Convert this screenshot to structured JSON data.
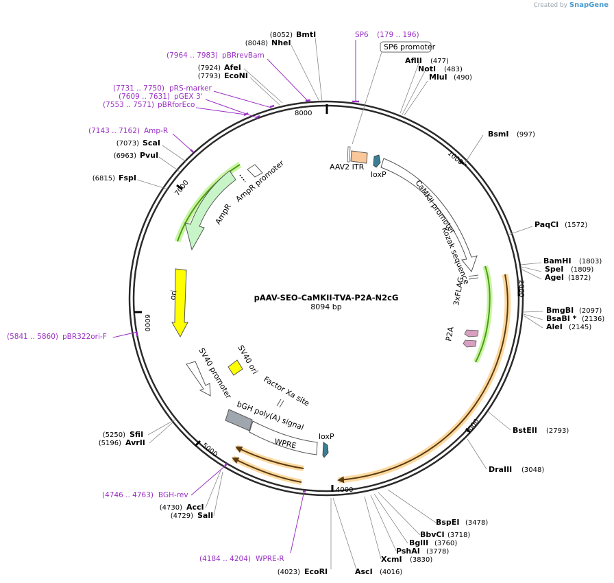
{
  "credit": {
    "prefix": "Created by",
    "brand": "SnapGene"
  },
  "title": {
    "name": "pAAV-SEO-CaMKII-TVA-P2A-N2cG",
    "size": "8094 bp"
  },
  "ticks": [
    "1000",
    "2000",
    "3000",
    "4000",
    "5000",
    "6000",
    "7000",
    "8000"
  ],
  "enzymes": [
    {
      "name": "BmtI",
      "pos": "(8052)"
    },
    {
      "name": "NheI",
      "pos": "(8048)"
    },
    {
      "name": "AfeI",
      "pos": "(7924)"
    },
    {
      "name": "EcoNI",
      "pos": "(7793)"
    },
    {
      "name": "ScaI",
      "pos": "(7073)"
    },
    {
      "name": "PvuI",
      "pos": "(6963)"
    },
    {
      "name": "FspI",
      "pos": "(6815)"
    },
    {
      "name": "AflII",
      "pos": "(477)"
    },
    {
      "name": "NotI",
      "pos": "(483)"
    },
    {
      "name": "MluI",
      "pos": "(490)"
    },
    {
      "name": "BsmI",
      "pos": "(997)"
    },
    {
      "name": "PaqCI",
      "pos": "(1572)"
    },
    {
      "name": "BamHI",
      "pos": "(1803)"
    },
    {
      "name": "SpeI",
      "pos": "(1809)"
    },
    {
      "name": "AgeI",
      "pos": "(1872)"
    },
    {
      "name": "BmgBI",
      "pos": "(2097)"
    },
    {
      "name": "BsaBI *",
      "pos": "(2136)"
    },
    {
      "name": "AleI",
      "pos": "(2145)"
    },
    {
      "name": "BstEII",
      "pos": "(2793)"
    },
    {
      "name": "DraIII",
      "pos": "(3048)"
    },
    {
      "name": "BspEI",
      "pos": "(3478)"
    },
    {
      "name": "BbvCI",
      "pos": "(3718)"
    },
    {
      "name": "BglII",
      "pos": "(3760)"
    },
    {
      "name": "PshAI",
      "pos": "(3778)"
    },
    {
      "name": "XcmI",
      "pos": "(3830)"
    },
    {
      "name": "AscI",
      "pos": "(4016)"
    },
    {
      "name": "EcoRI",
      "pos": "(4023)"
    },
    {
      "name": "SalI",
      "pos": "(4729)"
    },
    {
      "name": "AccI",
      "pos": "(4730)"
    },
    {
      "name": "SfiI",
      "pos": "(5250)"
    },
    {
      "name": "AvrII",
      "pos": "(5196)"
    }
  ],
  "primers": [
    {
      "name": "SP6",
      "range": "(179 .. 196)"
    },
    {
      "name": "pBRrevBam",
      "range": "(7964 .. 7983)"
    },
    {
      "name": "pRS-marker",
      "range": "(7731 .. 7750)"
    },
    {
      "name": "pGEX 3'",
      "range": "(7609 .. 7631)"
    },
    {
      "name": "pBRforEco",
      "range": "(7553 .. 7571)"
    },
    {
      "name": "Amp-R",
      "range": "(7143 .. 7162)"
    },
    {
      "name": "pBR322ori-F",
      "range": "(5841 .. 5860)"
    },
    {
      "name": "BGH-rev",
      "range": "(4746 .. 4763)"
    },
    {
      "name": "WPRE-R",
      "range": "(4184 .. 4204)"
    }
  ],
  "features": {
    "sp6_promoter": "SP6 promoter",
    "aav2_itr": "AAV2 ITR",
    "loxp": "loxP",
    "camkii_promoter": "CaMKII promoter",
    "kozak": "Kozak sequence",
    "flag": "3xFLAG",
    "p2a": "P2A",
    "ampr": "AmpR",
    "ampr_promoter": "AmpR promoter",
    "ori": "ori",
    "sv40_promoter": "SV40 promoter",
    "sv40_ori": "SV40 ori",
    "factor_xa": "Factor Xa site",
    "bgh_polya": "bGH poly(A) signal",
    "wpre": "WPRE",
    "loxp2": "loxP"
  },
  "colors": {
    "primer": "#9a2fc4",
    "ampr": "#c8f5c8",
    "ori": "#ffff00",
    "itr": "#f9c799",
    "loxp": "#3a7f94",
    "p2a": "#d8a0c0",
    "cds_orange": "#f2a83a",
    "cds_green": "#4d9a1a",
    "bgh": "#a0a6ad"
  }
}
